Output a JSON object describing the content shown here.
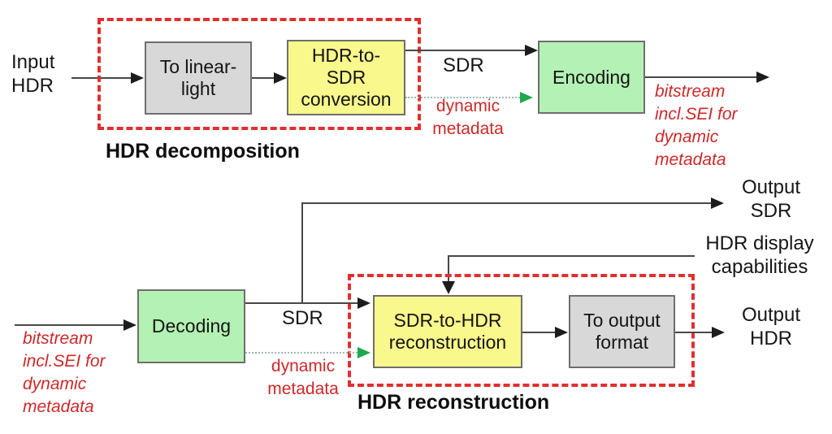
{
  "nodes": {
    "input_hdr": "Input\nHDR",
    "to_linear_light": "To linear-\nlight",
    "hdr_to_sdr_conversion": "HDR-to-\nSDR\nconversion",
    "encoding": "Encoding",
    "decoding": "Decoding",
    "sdr_to_hdr_reconstruction": "SDR-to-HDR\nreconstruction",
    "to_output_format": "To output\nformat",
    "output_sdr": "Output\nSDR",
    "output_hdr": "Output\nHDR",
    "hdr_display_capabilities": "HDR display\ncapabilities"
  },
  "edges": {
    "sdr_top": "SDR",
    "sdr_bottom": "SDR",
    "dynamic_metadata_top": "dynamic\nmetadata",
    "dynamic_metadata_bottom": "dynamic\nmetadata",
    "bitstream_top": "bitstream\nincl.SEI for\ndynamic\nmetadata",
    "bitstream_bottom": "bitstream\nincl.SEI for\ndynamic\nmetadata"
  },
  "groups": {
    "hdr_decomposition": "HDR decomposition",
    "hdr_reconstruction": "HDR reconstruction"
  },
  "colors": {
    "box_gray": "#d8d8d8",
    "box_yellow": "#f8f88c",
    "box_green": "#b4f1b4",
    "group_dashed_red": "#e12f2f",
    "annotation_red": "#cc2929",
    "metadata_arrow_green": "#1ea84b",
    "line_dark": "#474747"
  }
}
